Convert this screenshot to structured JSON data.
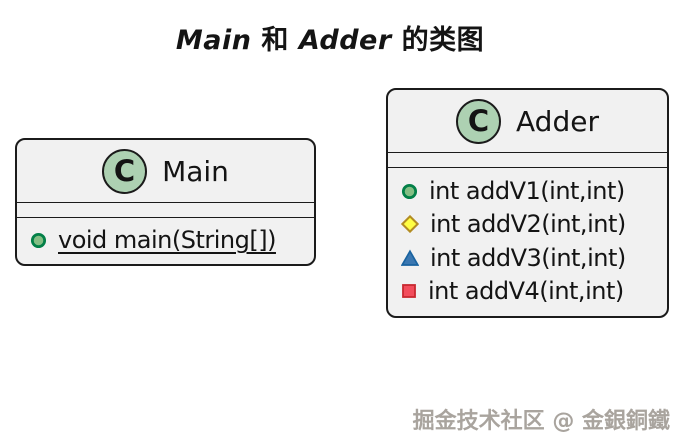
{
  "title": {
    "main_class": "Main",
    "connector": " 和 ",
    "adder_class": "Adder",
    "suffix": " 的类图"
  },
  "classes": [
    {
      "name": "Main",
      "badge": "C",
      "badge_meaning": "class-stereotype",
      "methods": [
        {
          "text": "void main(String[])",
          "visibility": "public",
          "static": true,
          "icon": "green-circle"
        }
      ]
    },
    {
      "name": "Adder",
      "badge": "C",
      "badge_meaning": "class-stereotype",
      "methods": [
        {
          "text": "int addV1(int,int)",
          "visibility": "public",
          "static": false,
          "icon": "green-circle"
        },
        {
          "text": "int addV2(int,int)",
          "visibility": "protected",
          "static": false,
          "icon": "yellow-diamond"
        },
        {
          "text": "int addV3(int,int)",
          "visibility": "package",
          "static": false,
          "icon": "blue-triangle"
        },
        {
          "text": "int addV4(int,int)",
          "visibility": "private",
          "static": false,
          "icon": "red-square"
        }
      ]
    }
  ],
  "watermark": {
    "text": "掘金技术社区 @ 金銀銅鐵"
  },
  "colors": {
    "class_fill": "#f1f1f1",
    "class_border": "#1b1b1b",
    "badge_fill": "#ADD1B2",
    "public_fill": "#84BE84",
    "public_border": "#038048",
    "protected_fill": "#FFFF44",
    "protected_border": "#B38D22",
    "package_fill": "#3A77B1",
    "package_border": "#1963A0",
    "private_fill": "#F24D5C",
    "private_border": "#C82930"
  }
}
